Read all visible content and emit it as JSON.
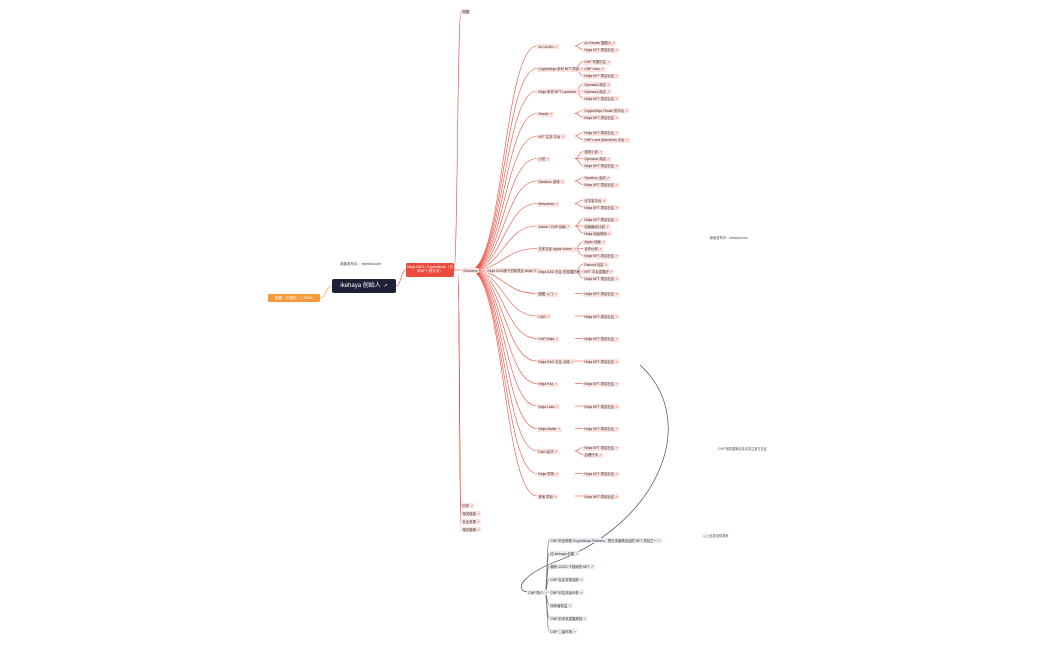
{
  "root": {
    "title": "ikehaya 创始人",
    "link_icon": "external-link-icon"
  },
  "left_branch": {
    "label": "圈圈（中国区） | TPNA"
  },
  "left_note": {
    "label": "新版发布中： ninebird.com"
  },
  "main_branch": {
    "label": "Ninja DAO / CryptoNinja（日本NFT 领头羊）"
  },
  "top_item": {
    "label": "圈圈"
  },
  "overview": {
    "label": "Overview"
  },
  "overview_child": {
    "label": "Ninja DAO旗下的各项目 Ninja 介绍"
  },
  "projects": [
    {
      "label": "Ao Lichiru",
      "children": [
        "Ao Fanato 圈圈人",
        "Ninja NFT 项目社区"
      ]
    },
    {
      "label": "CryptoNinja 系列 NFT 项目",
      "children": [
        "CNP 专属衍生",
        "CNP Jobs",
        "Ninja NFT 项目社区"
      ]
    },
    {
      "label": "Ninja 系列 NFT Launcher",
      "children": [
        "Opensea 商店",
        "Opensea 商店",
        "Ninja NFT 项目社区"
      ]
    },
    {
      "label": "Oracle",
      "children": [
        "CryptoNinja Oracle 的平台",
        "Ninja NFT 项目社区"
      ]
    },
    {
      "label": "NFT 生态 平台",
      "children": [
        "Ninja NFT 项目社区",
        "CNP Land (Sandbox) 平台"
      ]
    },
    {
      "label": "小说",
      "children": [
        "相关小说",
        "Opensea 商店",
        "Ninja NFT 项目社区"
      ]
    },
    {
      "label": "Sandbox 游戏",
      "children": [
        "Sandbox 活动",
        "Ninja NFT 项目社区"
      ]
    },
    {
      "label": "Metaverse",
      "children": [
        "元宇宙平台",
        "Ninja NFT 项目社区"
      ]
    },
    {
      "label": "Anime / CNP 动画",
      "children": [
        "Ninja NFT 项目社区",
        "动画播出计划",
        "Ninja 动画官网"
      ]
    },
    {
      "label": "日本文化 Apple Anime",
      "children": [
        "Apple 动画",
        "合作伙伴",
        "Ninja NFT 项目社区"
      ]
    },
    {
      "label": "Ninja DAO 社区 的发展历程",
      "children": [
        "Discord 社区",
        "NFT 平台发展史",
        "Ninja NFT 项目社区"
      ]
    },
    {
      "label": "圈圈 入门",
      "children": [
        "Ninja NFT 项目社区"
      ]
    },
    {
      "label": "CNG",
      "children": [
        "Ninja NFT 项目社区"
      ]
    },
    {
      "label": "CNP Ninja",
      "children": [
        "Ninja NFT 项目社区"
      ]
    },
    {
      "label": "Ninja DAO 社区 活动",
      "children": [
        "Ninja NFT 项目社区"
      ]
    },
    {
      "label": "Ninja Pad",
      "children": [
        "Ninja NFT 项目社区"
      ]
    },
    {
      "label": "Ninja Labs",
      "children": [
        "Ninja NFT 项目社区"
      ]
    },
    {
      "label": "Ninja Wallet",
      "children": [
        "Ninja NFT 项目社区"
      ]
    },
    {
      "label": "DAO 经济",
      "children": [
        "Ninja NFT 项目社区",
        "治理代币"
      ]
    },
    {
      "label": "Ninja 学院",
      "children": [
        "Ninja NFT 项目社区"
      ]
    },
    {
      "label": "其他 项目",
      "children": [
        "Ninja NFT 项目社区"
      ]
    }
  ],
  "bottom_items": [
    {
      "label": "历史"
    },
    {
      "label": "相关链接"
    },
    {
      "label": "社区资源"
    },
    {
      "label": "相关新闻"
    }
  ],
  "cnp_section": {
    "label": "CNP 简介",
    "children": [
      "CNP 的全称是 CryptoNinja Partners，是日本最受欢迎的 NFT 项目之一",
      "由 ikehaya 创建",
      "拥有 22222 个独特的 NFT",
      "CNP 社区非常活跃",
      "CNP 衍生作品众多",
      "持有者权益",
      "CNP 的未来发展规划",
      "CNP 二级市场"
    ]
  },
  "comments": [
    "新版发布中：ninebird.com",
    "CNP 相关更新信息请关注官方社区",
    "以上信息仅供参考"
  ]
}
